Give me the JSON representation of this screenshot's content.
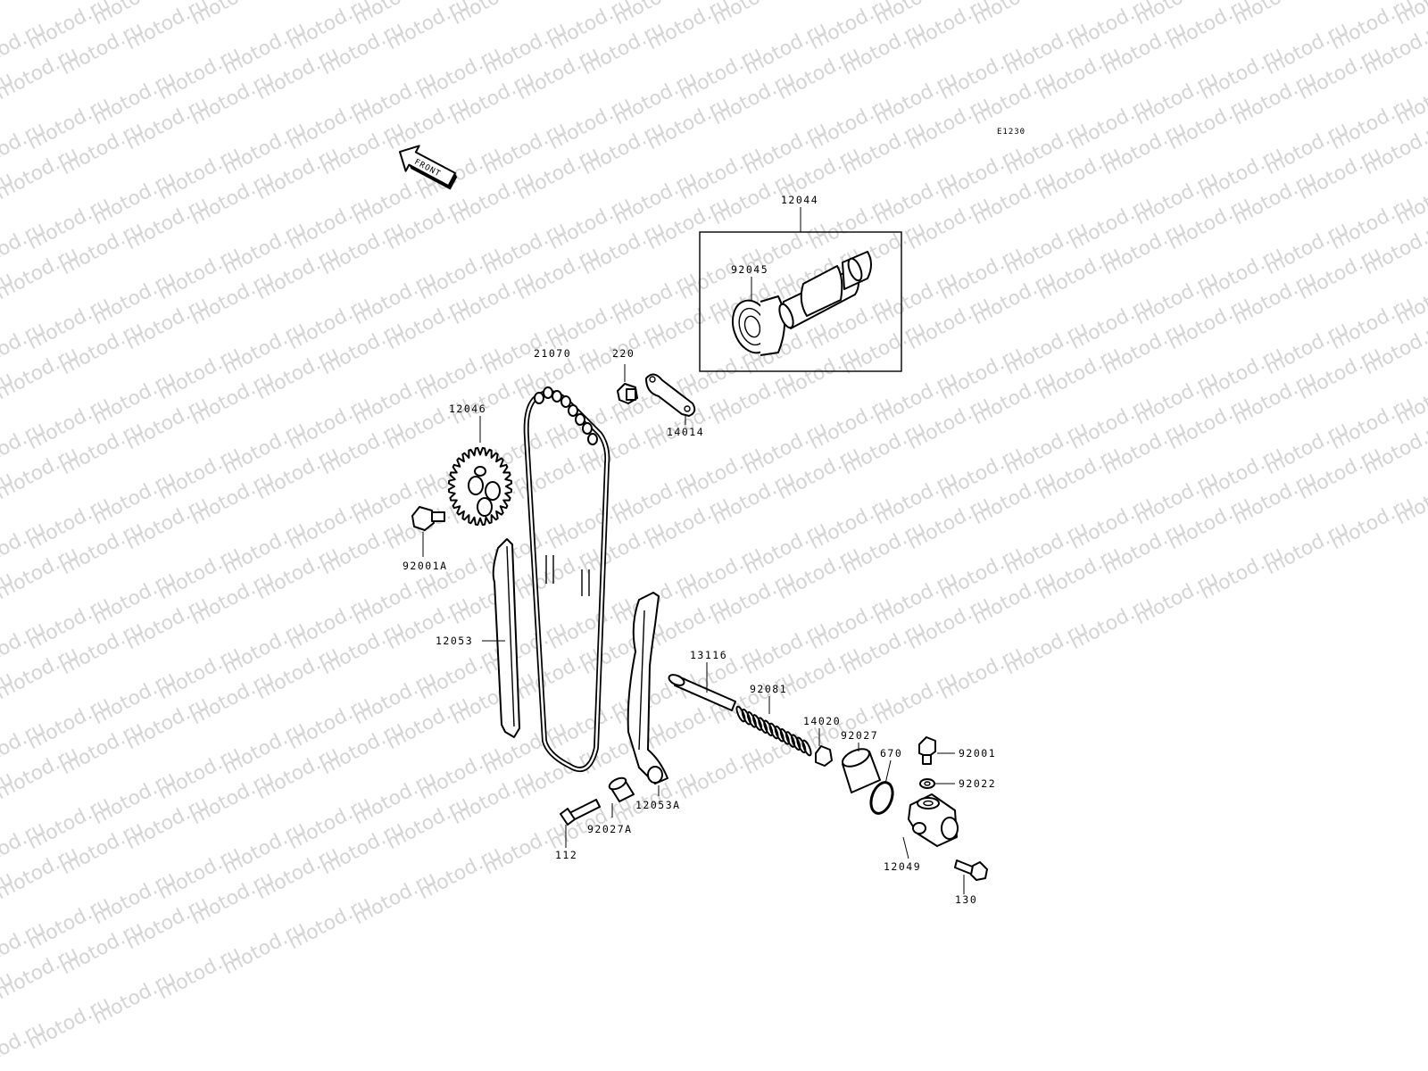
{
  "watermark": {
    "text": "motod.ru",
    "color": "#d4d4d4"
  },
  "diagram_code": "E1230",
  "front_label": "FRONT",
  "parts": [
    {
      "id": "12044",
      "label": "12044"
    },
    {
      "id": "92045",
      "label": "92045"
    },
    {
      "id": "21070",
      "label": "21070"
    },
    {
      "id": "220",
      "label": "220"
    },
    {
      "id": "14014",
      "label": "14014"
    },
    {
      "id": "12046",
      "label": "12046"
    },
    {
      "id": "92001A",
      "label": "92001A"
    },
    {
      "id": "12053",
      "label": "12053"
    },
    {
      "id": "12053A",
      "label": "12053A"
    },
    {
      "id": "13116",
      "label": "13116"
    },
    {
      "id": "92081",
      "label": "92081"
    },
    {
      "id": "14020",
      "label": "14020"
    },
    {
      "id": "92027",
      "label": "92027"
    },
    {
      "id": "670",
      "label": "670"
    },
    {
      "id": "92001",
      "label": "92001"
    },
    {
      "id": "92022",
      "label": "92022"
    },
    {
      "id": "12049",
      "label": "12049"
    },
    {
      "id": "130",
      "label": "130"
    },
    {
      "id": "112",
      "label": "112"
    },
    {
      "id": "92027A",
      "label": "92027A"
    }
  ]
}
